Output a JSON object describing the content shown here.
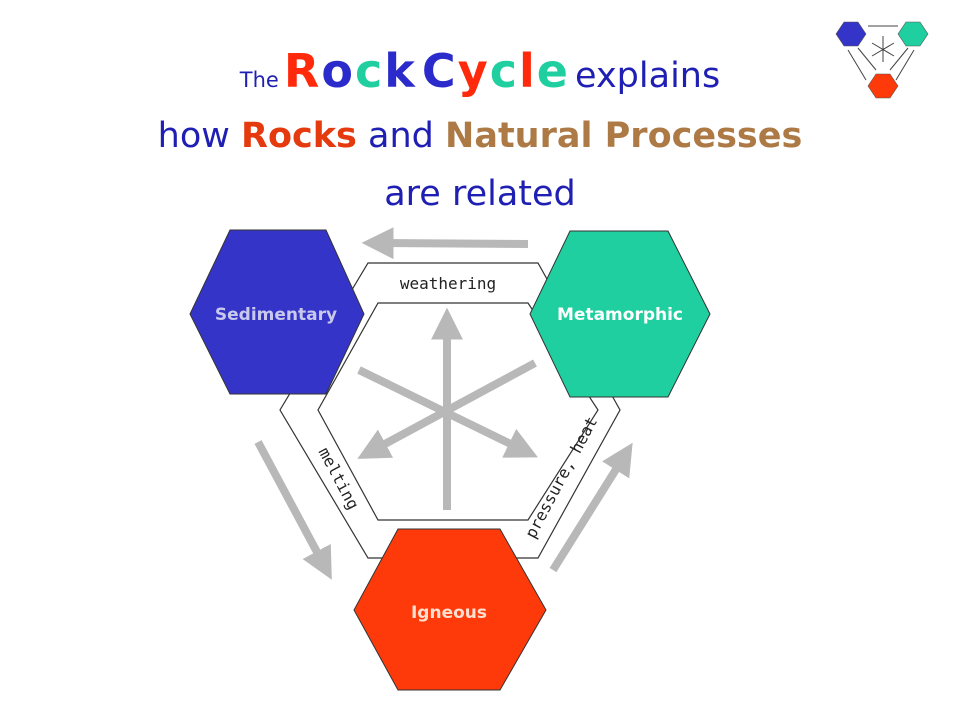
{
  "title": {
    "the": "The",
    "rock_letters": [
      "R",
      "o",
      "c",
      "k"
    ],
    "cycle_letters": [
      "C",
      "y",
      "c",
      "l",
      "e"
    ],
    "explains": "explains",
    "how": "how",
    "rocks": "Rocks",
    "and": "and",
    "natural_processes": "Natural Processes",
    "are_related": "are related"
  },
  "rock_types": {
    "sedimentary": "Sedimentary",
    "metamorphic": "Metamorphic",
    "igneous": "Igneous"
  },
  "processes": {
    "weathering": "weathering",
    "melting": "melting",
    "pressure_heat": "pressure, heat"
  },
  "colors": {
    "sedimentary": "#3434c8",
    "metamorphic": "#1fcf9f",
    "igneous": "#ff3a0a",
    "arrow": "#b8b8b8",
    "title": "#1f1fb4"
  },
  "icons": [
    "rock-cycle-logo-icon"
  ]
}
